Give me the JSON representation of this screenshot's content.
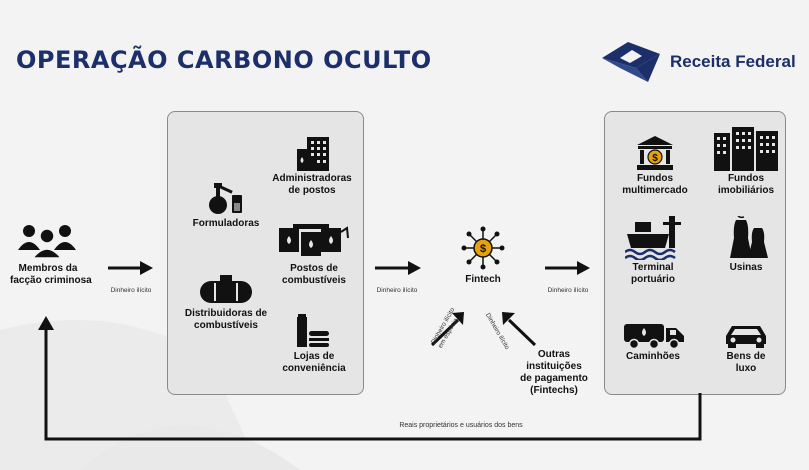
{
  "title": "OPERAÇÃO CARBONO OCULTO",
  "logo": {
    "text": "Receita Federal"
  },
  "source": {
    "label_line1": "Membros da",
    "label_line2": "facção criminosa"
  },
  "left_panel": {
    "items": [
      {
        "line1": "Formuladoras",
        "line2": ""
      },
      {
        "line1": "Administradoras",
        "line2": "de postos"
      },
      {
        "line1": "Postos de",
        "line2": "combustíveis"
      },
      {
        "line1": "Distribuidoras de",
        "line2": "combustíveis"
      },
      {
        "line1": "Lojas de",
        "line2": "conveniência"
      }
    ]
  },
  "fintech": {
    "label": "Fintech"
  },
  "other_institutions": {
    "line1": "Outras",
    "line2": "instituições",
    "line3": "de pagamento",
    "line4": "(Fintechs)"
  },
  "right_panel": {
    "items": [
      {
        "line1": "Fundos",
        "line2": "multimercado"
      },
      {
        "line1": "Fundos",
        "line2": "imobiliários"
      },
      {
        "line1": "Terminal",
        "line2": "portuário"
      },
      {
        "line1": "Usinas",
        "line2": ""
      },
      {
        "line1": "Caminhões",
        "line2": ""
      },
      {
        "line1": "Bens de",
        "line2": "luxo"
      }
    ]
  },
  "flow_labels": {
    "dinheiro_1": "Dinheiro ilícito",
    "dinheiro_2": "Dinheiro ilícito",
    "dinheiro_3": "Dinheiro ilícito",
    "especie_line1": "Dinheiro ilícito",
    "especie_line2": "em espécie",
    "ilicito_diag": "Dinheiro ilícito",
    "bottom": "Reais proprietários e usuários dos bens"
  }
}
